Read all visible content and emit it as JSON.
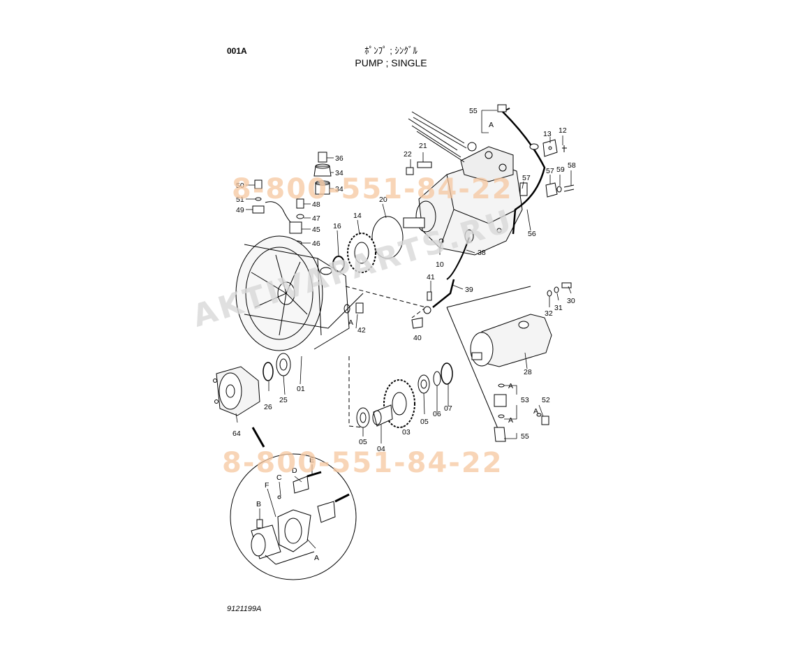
{
  "header": {
    "code": "001A",
    "title_jp": "ﾎﾟﾝﾌﾟ ; ｼﾝｸﾞﾙ",
    "title_en": "PUMP ; SINGLE"
  },
  "footer": {
    "drawing_id": "9121199A"
  },
  "watermarks": {
    "phone_top": "8-800-551-84-22",
    "phone_bottom": "8-800-551-84-22",
    "site": "AKTIVAPARTS.RU"
  },
  "callouts": [
    {
      "id": "c55a",
      "text": "55"
    },
    {
      "id": "cAa",
      "text": "A"
    },
    {
      "id": "c13",
      "text": "13"
    },
    {
      "id": "c12",
      "text": "12"
    },
    {
      "id": "c22",
      "text": "22"
    },
    {
      "id": "c21",
      "text": "21"
    },
    {
      "id": "c57",
      "text": "57"
    },
    {
      "id": "c59",
      "text": "59"
    },
    {
      "id": "c58",
      "text": "58"
    },
    {
      "id": "c57b",
      "text": "57"
    },
    {
      "id": "c36",
      "text": "36"
    },
    {
      "id": "c34a",
      "text": "34"
    },
    {
      "id": "c34b",
      "text": "34"
    },
    {
      "id": "c50",
      "text": "50"
    },
    {
      "id": "c51",
      "text": "51"
    },
    {
      "id": "c49",
      "text": "49"
    },
    {
      "id": "c48",
      "text": "48"
    },
    {
      "id": "c47",
      "text": "47"
    },
    {
      "id": "c45",
      "text": "45"
    },
    {
      "id": "c46",
      "text": "46"
    },
    {
      "id": "c20",
      "text": "20"
    },
    {
      "id": "c14",
      "text": "14"
    },
    {
      "id": "c16",
      "text": "16"
    },
    {
      "id": "c56",
      "text": "56"
    },
    {
      "id": "c38",
      "text": "38"
    },
    {
      "id": "c10",
      "text": "10"
    },
    {
      "id": "c41",
      "text": "41"
    },
    {
      "id": "c39",
      "text": "39"
    },
    {
      "id": "c40",
      "text": "40"
    },
    {
      "id": "c30",
      "text": "30"
    },
    {
      "id": "c31",
      "text": "31"
    },
    {
      "id": "c32",
      "text": "32"
    },
    {
      "id": "c42",
      "text": "42"
    },
    {
      "id": "cAb",
      "text": "A"
    },
    {
      "id": "c28",
      "text": "28"
    },
    {
      "id": "cAc",
      "text": "A"
    },
    {
      "id": "c53",
      "text": "53"
    },
    {
      "id": "c52",
      "text": "52"
    },
    {
      "id": "cAd",
      "text": "A"
    },
    {
      "id": "cAe",
      "text": "A"
    },
    {
      "id": "c55b",
      "text": "55"
    },
    {
      "id": "c26",
      "text": "26"
    },
    {
      "id": "c25",
      "text": "25"
    },
    {
      "id": "c01",
      "text": "01"
    },
    {
      "id": "c64",
      "text": "64"
    },
    {
      "id": "c05a",
      "text": "05"
    },
    {
      "id": "c04",
      "text": "04"
    },
    {
      "id": "c03",
      "text": "03"
    },
    {
      "id": "c05b",
      "text": "05"
    },
    {
      "id": "c06",
      "text": "06"
    },
    {
      "id": "c07",
      "text": "07"
    },
    {
      "id": "cE",
      "text": "E"
    },
    {
      "id": "cD",
      "text": "D"
    },
    {
      "id": "cC",
      "text": "C"
    },
    {
      "id": "cF",
      "text": "F"
    },
    {
      "id": "cB",
      "text": "B"
    },
    {
      "id": "cAf",
      "text": "A"
    }
  ]
}
